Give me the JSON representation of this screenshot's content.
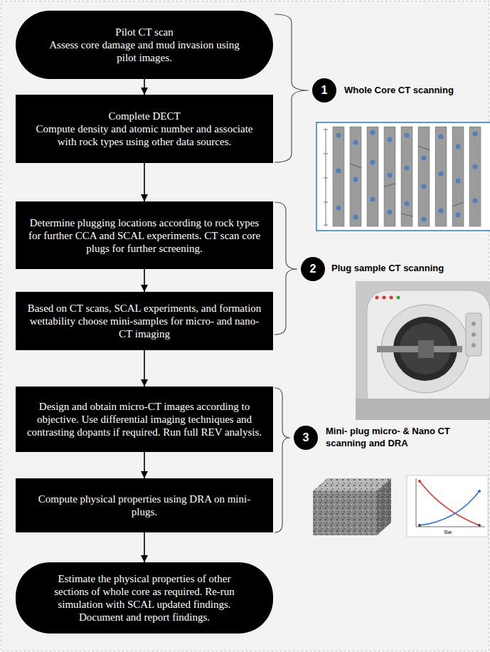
{
  "diagram": {
    "nodes": [
      {
        "text": [
          "Pilot CT scan",
          "Assess core damage and mud invasion using pilot images."
        ]
      },
      {
        "text": [
          "Complete DECT",
          "Compute density and atomic number and associate with rock types using other data sources."
        ]
      },
      {
        "text": [
          "Determine plugging locations according to rock types for further CCA and SCAL experiments. CT scan core plugs for further screening."
        ]
      },
      {
        "text": [
          "Based on CT scans, SCAL experiments, and formation wettability choose mini-samples for micro- and nano-CT imaging"
        ]
      },
      {
        "text": [
          "Design and obtain micro-CT images according to objective. Use differential imaging techniques and contrasting dopants if required. Run full REV analysis."
        ]
      },
      {
        "text": [
          "Compute physical properties using DRA on mini-plugs."
        ]
      },
      {
        "text": [
          "Estimate the physical properties of other sections of whole core as required. Re-run simulation with SCAL updated findings. Document and report findings."
        ]
      },
      {
        "text": [
          "1"
        ]
      },
      {
        "text": [
          "2"
        ]
      },
      {
        "text": [
          "3"
        ]
      }
    ],
    "edges": [
      {
        "from": 0,
        "to": 1,
        "arrow": "to"
      },
      {
        "from": 1,
        "to": 2,
        "arrow": "to"
      },
      {
        "from": 2,
        "to": 3,
        "arrow": "to"
      },
      {
        "from": 3,
        "to": 4,
        "arrow": "to"
      },
      {
        "from": 4,
        "to": 5,
        "arrow": "to"
      },
      {
        "from": 5,
        "to": 6,
        "arrow": "to"
      }
    ],
    "labels": [
      "Whole Core CT scanning",
      "Plug sample CT scanning",
      "Mini- plug micro- & Nano CT scanning and DRA",
      "Sw"
    ]
  }
}
